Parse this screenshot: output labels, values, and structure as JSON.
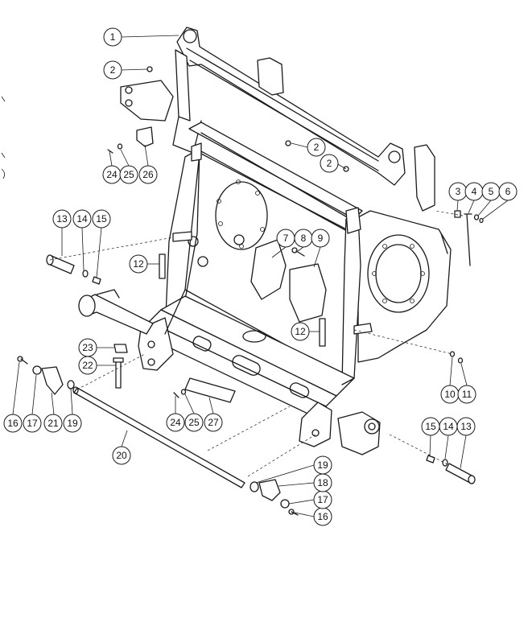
{
  "callouts": [
    {
      "id": "c1",
      "label": "1"
    },
    {
      "id": "c2a",
      "label": "2"
    },
    {
      "id": "c2b",
      "label": "2"
    },
    {
      "id": "c2c",
      "label": "2"
    },
    {
      "id": "c3",
      "label": "3"
    },
    {
      "id": "c4",
      "label": "4"
    },
    {
      "id": "c5",
      "label": "5"
    },
    {
      "id": "c6",
      "label": "6"
    },
    {
      "id": "c7",
      "label": "7"
    },
    {
      "id": "c8",
      "label": "8"
    },
    {
      "id": "c9",
      "label": "9"
    },
    {
      "id": "c10",
      "label": "10"
    },
    {
      "id": "c11",
      "label": "11"
    },
    {
      "id": "c12a",
      "label": "12"
    },
    {
      "id": "c12b",
      "label": "12"
    },
    {
      "id": "c13a",
      "label": "13"
    },
    {
      "id": "c13b",
      "label": "13"
    },
    {
      "id": "c14a",
      "label": "14"
    },
    {
      "id": "c14b",
      "label": "14"
    },
    {
      "id": "c15a",
      "label": "15"
    },
    {
      "id": "c15b",
      "label": "15"
    },
    {
      "id": "c16a",
      "label": "16"
    },
    {
      "id": "c16b",
      "label": "16"
    },
    {
      "id": "c17a",
      "label": "17"
    },
    {
      "id": "c17b",
      "label": "17"
    },
    {
      "id": "c18",
      "label": "18"
    },
    {
      "id": "c19a",
      "label": "19"
    },
    {
      "id": "c19b",
      "label": "19"
    },
    {
      "id": "c20",
      "label": "20"
    },
    {
      "id": "c21",
      "label": "21"
    },
    {
      "id": "c22",
      "label": "22"
    },
    {
      "id": "c23",
      "label": "23"
    },
    {
      "id": "c24a",
      "label": "24"
    },
    {
      "id": "c24b",
      "label": "24"
    },
    {
      "id": "c25a",
      "label": "25"
    },
    {
      "id": "c25b",
      "label": "25"
    },
    {
      "id": "c26",
      "label": "26"
    },
    {
      "id": "c27",
      "label": "27"
    }
  ]
}
